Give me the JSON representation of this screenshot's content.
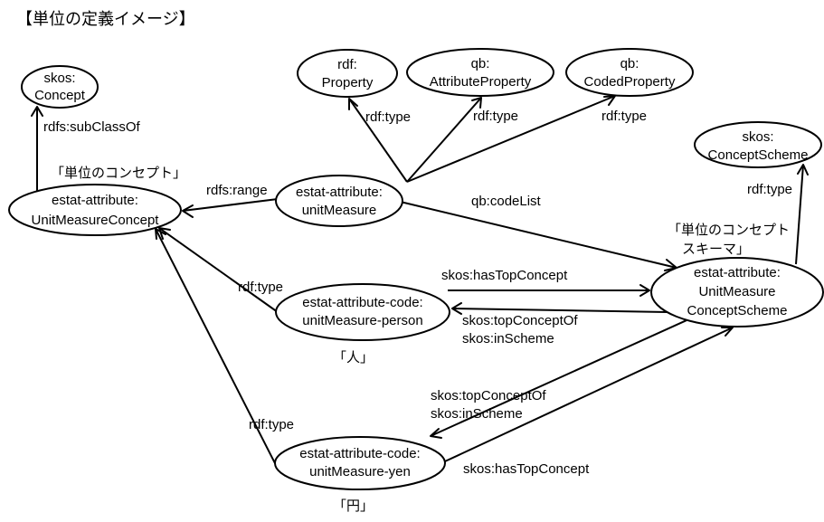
{
  "title": "【単位の定義イメージ】",
  "nodes": {
    "skos_concept": [
      "skos:",
      "Concept"
    ],
    "rdf_property": [
      "rdf:",
      "Property"
    ],
    "qb_attribute_property": [
      "qb:",
      "AttributeProperty"
    ],
    "qb_coded_property": [
      "qb:",
      "CodedProperty"
    ],
    "skos_concept_scheme": [
      "skos:",
      "ConceptScheme"
    ],
    "unit_measure_concept": [
      "estat-attribute:",
      "UnitMeasureConcept"
    ],
    "unit_measure": [
      "estat-attribute:",
      "unitMeasure"
    ],
    "unit_measure_concept_scheme": [
      "estat-attribute:",
      "UnitMeasure",
      "ConceptScheme"
    ],
    "unit_measure_person": [
      "estat-attribute-code:",
      "unitMeasure-person"
    ],
    "unit_measure_yen": [
      "estat-attribute-code:",
      "unitMeasure-yen"
    ]
  },
  "edges": {
    "subclassof": "rdfs:subClassOf",
    "type_property": "rdf:type",
    "type_attribute": "rdf:type",
    "type_coded": "rdf:type",
    "range": "rdfs:range",
    "codelist": "qb:codeList",
    "type_scheme": "rdf:type",
    "type_person": "rdf:type",
    "type_yen": "rdf:type",
    "has_top_person": "skos:hasTopConcept",
    "top_of_person": [
      "skos:topConceptOf",
      "skos:inScheme"
    ],
    "top_of_yen": [
      "skos:topConceptOf",
      "skos:inScheme"
    ],
    "has_top_yen": "skos:hasTopConcept"
  },
  "notes": {
    "unit_concept": "「単位のコンセプト」",
    "unit_scheme": [
      "「単位のコンセプト",
      "スキーマ」"
    ],
    "person": "「人」",
    "yen": "「円」"
  }
}
